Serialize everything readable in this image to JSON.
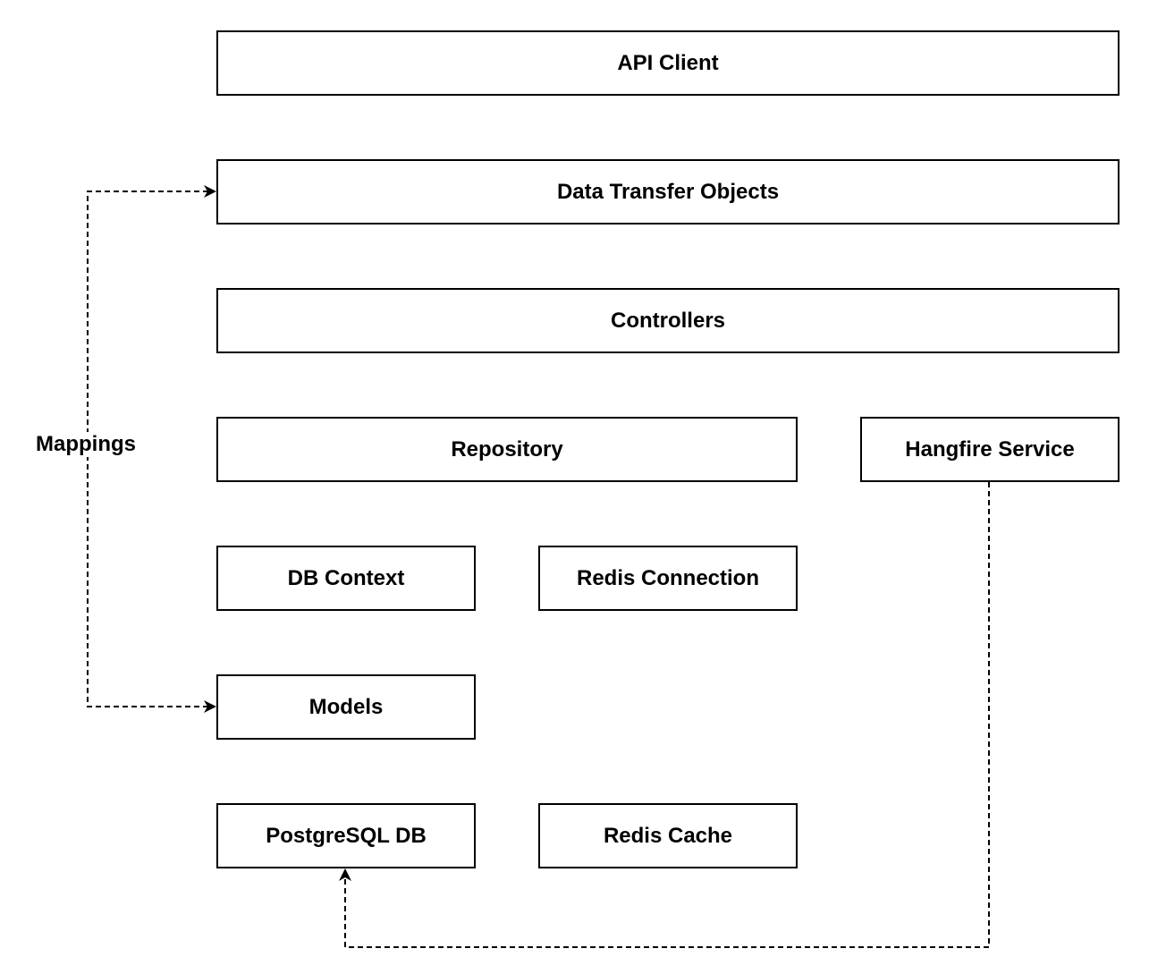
{
  "diagram": {
    "nodes": {
      "api_client": "API Client",
      "dto": "Data Transfer Objects",
      "controllers": "Controllers",
      "repository": "Repository",
      "hangfire": "Hangfire Service",
      "db_context": "DB Context",
      "redis_connection": "Redis Connection",
      "models": "Models",
      "postgres": "PostgreSQL DB",
      "redis_cache": "Redis Cache"
    },
    "edges": {
      "mappings": {
        "label": "Mappings",
        "between": [
          "Data Transfer Objects",
          "Models"
        ],
        "style": "dashed",
        "arrows": "both"
      },
      "hangfire_to_postgres": {
        "from": "Hangfire Service",
        "to": "PostgreSQL DB",
        "style": "dashed",
        "arrows": "end"
      }
    },
    "colors": {
      "stroke": "#000000",
      "fill": "#ffffff",
      "text": "#000000"
    }
  }
}
